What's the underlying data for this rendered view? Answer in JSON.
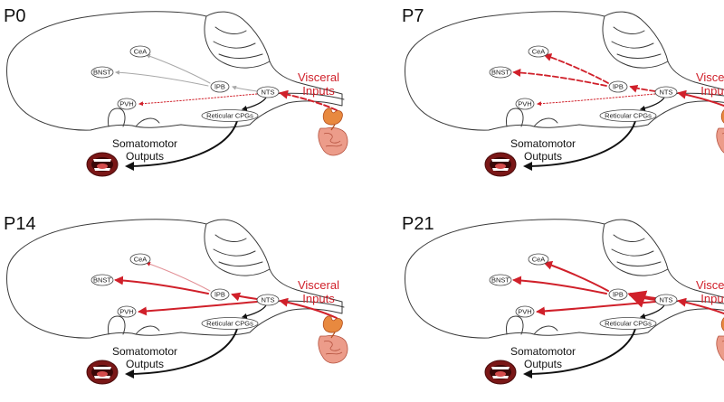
{
  "colors": {
    "visceral": "#d0202a",
    "gray_projection": "#a8a8a8",
    "outline": "#3a3a3a",
    "motor": "#111111"
  },
  "labels": {
    "nuclei": {
      "cea": "CeA",
      "bnst": "BNST",
      "lpb": "lPB",
      "pvh": "PVH",
      "nts": "NTS"
    },
    "reticular_cpgs": "Reticular CPGs",
    "somatomotor": "Somatomotor",
    "outputs": "Outputs",
    "visceral": "Visceral",
    "inputs": "Inputs"
  },
  "icons": {
    "stomach": "stomach-intestine-icon",
    "mouth": "open-mouth-icon"
  },
  "panels": [
    {
      "label": "P0",
      "projections": {
        "visceral_input": "dashed",
        "nts_to_lpb": "thin-gray",
        "lpb_to_cea": "thin-gray",
        "lpb_to_bnst": "thin-gray",
        "nts_to_pvh": "dotted-red"
      }
    },
    {
      "label": "P7",
      "projections": {
        "visceral_input": "solid-red",
        "nts_to_lpb": "dashed-red",
        "lpb_to_cea": "dashed-red",
        "lpb_to_bnst": "dashed-red",
        "nts_to_pvh": "dotted-red"
      }
    },
    {
      "label": "P14",
      "projections": {
        "visceral_input": "solid-red",
        "nts_to_lpb": "solid-red",
        "lpb_to_cea": "thin-red",
        "lpb_to_bnst": "solid-red",
        "nts_to_pvh": "solid-red"
      }
    },
    {
      "label": "P21",
      "projections": {
        "visceral_input": "solid-red",
        "nts_to_lpb": "thick-red",
        "lpb_to_cea": "solid-red",
        "lpb_to_bnst": "solid-red",
        "nts_to_pvh": "solid-red"
      }
    }
  ]
}
